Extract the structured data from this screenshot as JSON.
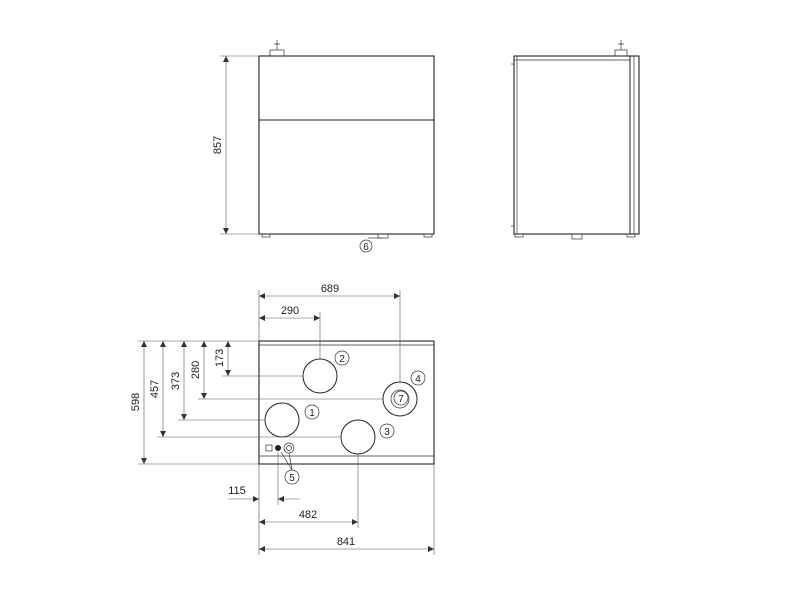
{
  "front_view": {
    "height_label": "857",
    "callout_bottom": "6"
  },
  "plan_view": {
    "dim_top_689": "689",
    "dim_top_290": "290",
    "dim_left_598": "598",
    "dim_left_457": "457",
    "dim_left_373": "373",
    "dim_left_280": "280",
    "dim_left_173": "173",
    "dim_bottom_115": "115",
    "dim_bottom_482": "482",
    "dim_bottom_841": "841",
    "callouts": [
      "1",
      "2",
      "3",
      "4",
      "5",
      "7"
    ]
  }
}
